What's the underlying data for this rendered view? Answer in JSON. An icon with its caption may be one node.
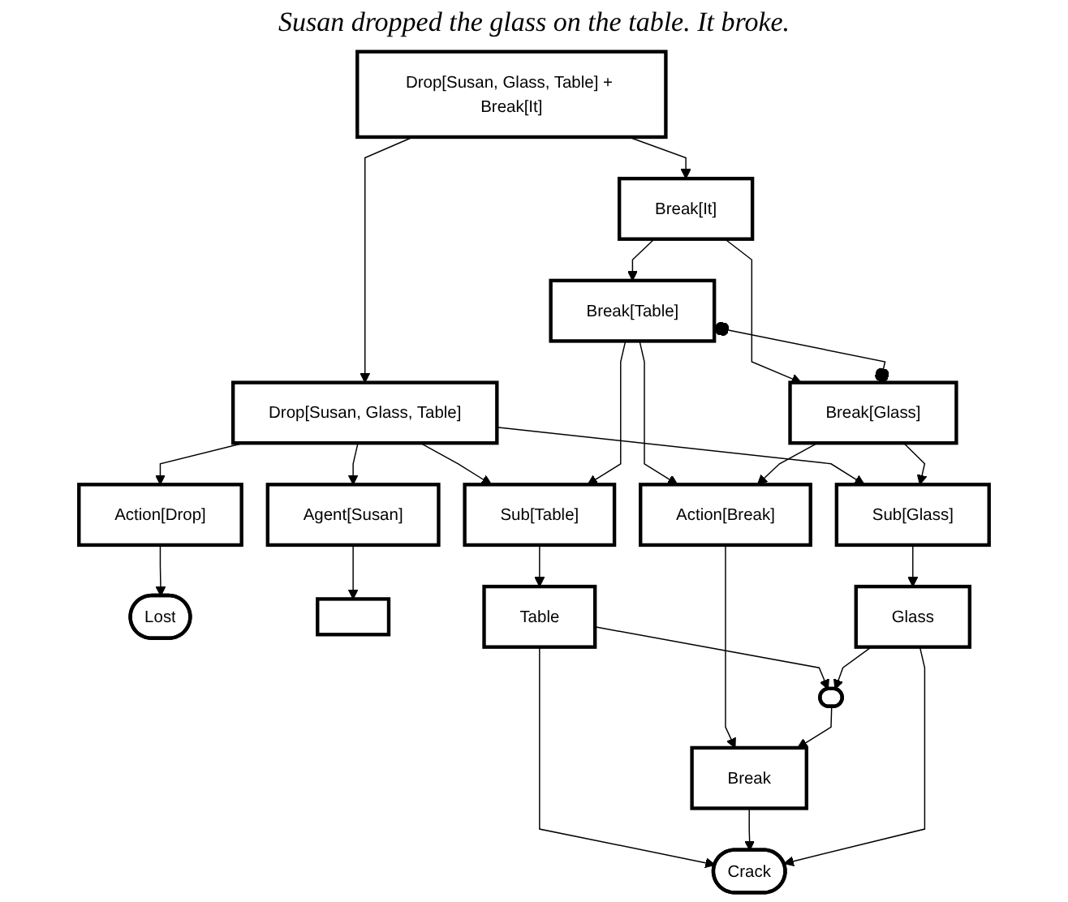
{
  "diagram": {
    "title": "Susan dropped the glass on the table. It broke.",
    "nodes": [
      {
        "text": [
          "Drop[Susan, Glass, Table] + Break[It]"
        ]
      },
      {
        "text": [
          "Drop[Susan, Glass, Table]"
        ]
      },
      {
        "text": [
          "Break[It]"
        ]
      },
      {
        "text": [
          "Break[Table]"
        ]
      },
      {
        "text": [
          "Break[Glass]"
        ]
      },
      {
        "text": [
          "Action[Drop]"
        ]
      },
      {
        "text": [
          "Agent[Susan]"
        ]
      },
      {
        "text": [
          "Sub[Table]"
        ]
      },
      {
        "text": [
          "Action[Break]"
        ]
      },
      {
        "text": [
          "Sub[Glass]"
        ]
      },
      {
        "text": [
          "Lost"
        ]
      },
      {
        "text": [],
        "shape": "box"
      },
      {
        "text": [
          "Table"
        ]
      },
      {
        "text": [
          "Break"
        ]
      },
      {
        "text": [
          "Glass"
        ]
      },
      {
        "text": [
          "Crack"
        ]
      },
      {
        "text": [],
        "shape": "circle"
      }
    ],
    "edges": [
      {
        "from": 0,
        "to": 1,
        "arrow": "to"
      },
      {
        "from": 0,
        "to": 2,
        "arrow": "to"
      },
      {
        "from": 2,
        "to": 3,
        "arrow": "to"
      },
      {
        "from": 2,
        "to": 4,
        "arrow": "to"
      },
      {
        "from": 3,
        "to": 4,
        "arrow": "other"
      },
      {
        "from": 1,
        "to": 5,
        "arrow": "to"
      },
      {
        "from": 1,
        "to": 6,
        "arrow": "to"
      },
      {
        "from": 1,
        "to": 7,
        "arrow": "to"
      },
      {
        "from": 1,
        "to": 9,
        "arrow": "to"
      },
      {
        "from": 3,
        "to": 7,
        "arrow": "to"
      },
      {
        "from": 3,
        "to": 8,
        "arrow": "to"
      },
      {
        "from": 4,
        "to": 8,
        "arrow": "to"
      },
      {
        "from": 4,
        "to": 9,
        "arrow": "to"
      },
      {
        "from": 5,
        "to": 10,
        "arrow": "to"
      },
      {
        "from": 6,
        "to": 11,
        "arrow": "to"
      },
      {
        "from": 7,
        "to": 12,
        "arrow": "to"
      },
      {
        "from": 8,
        "to": 13,
        "arrow": "to"
      },
      {
        "from": 9,
        "to": 14,
        "arrow": "to"
      },
      {
        "from": 12,
        "to": 15,
        "arrow": "to"
      },
      {
        "from": 12,
        "to": 16,
        "arrow": "to"
      },
      {
        "from": 13,
        "to": 15,
        "arrow": "to"
      },
      {
        "from": 14,
        "to": 15,
        "arrow": "to"
      },
      {
        "from": 16,
        "to": 13,
        "arrow": "to"
      },
      {
        "from": 14,
        "to": 16,
        "arrow": "to"
      }
    ]
  }
}
